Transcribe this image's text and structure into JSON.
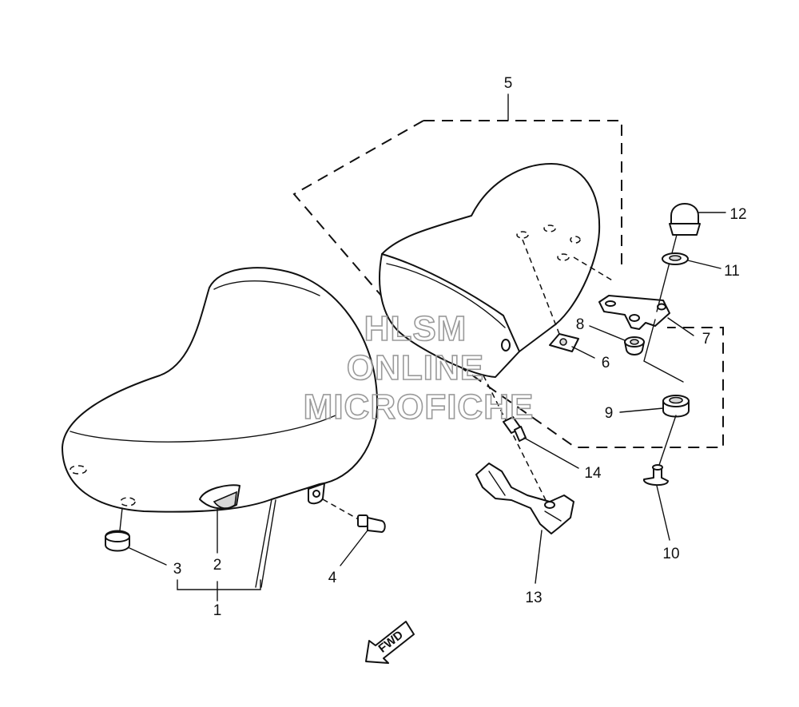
{
  "callouts": {
    "c1": "1",
    "c2": "2",
    "c3": "3",
    "c4": "4",
    "c5": "5",
    "c6": "6",
    "c7": "7",
    "c8": "8",
    "c9": "9",
    "c10": "10",
    "c11": "11",
    "c12": "12",
    "c13": "13",
    "c14": "14"
  },
  "watermark": {
    "line1": "HLSM",
    "line2": "ONLINE",
    "line3": "MICROFICHE"
  },
  "direction_arrow": {
    "label": "FWD"
  }
}
